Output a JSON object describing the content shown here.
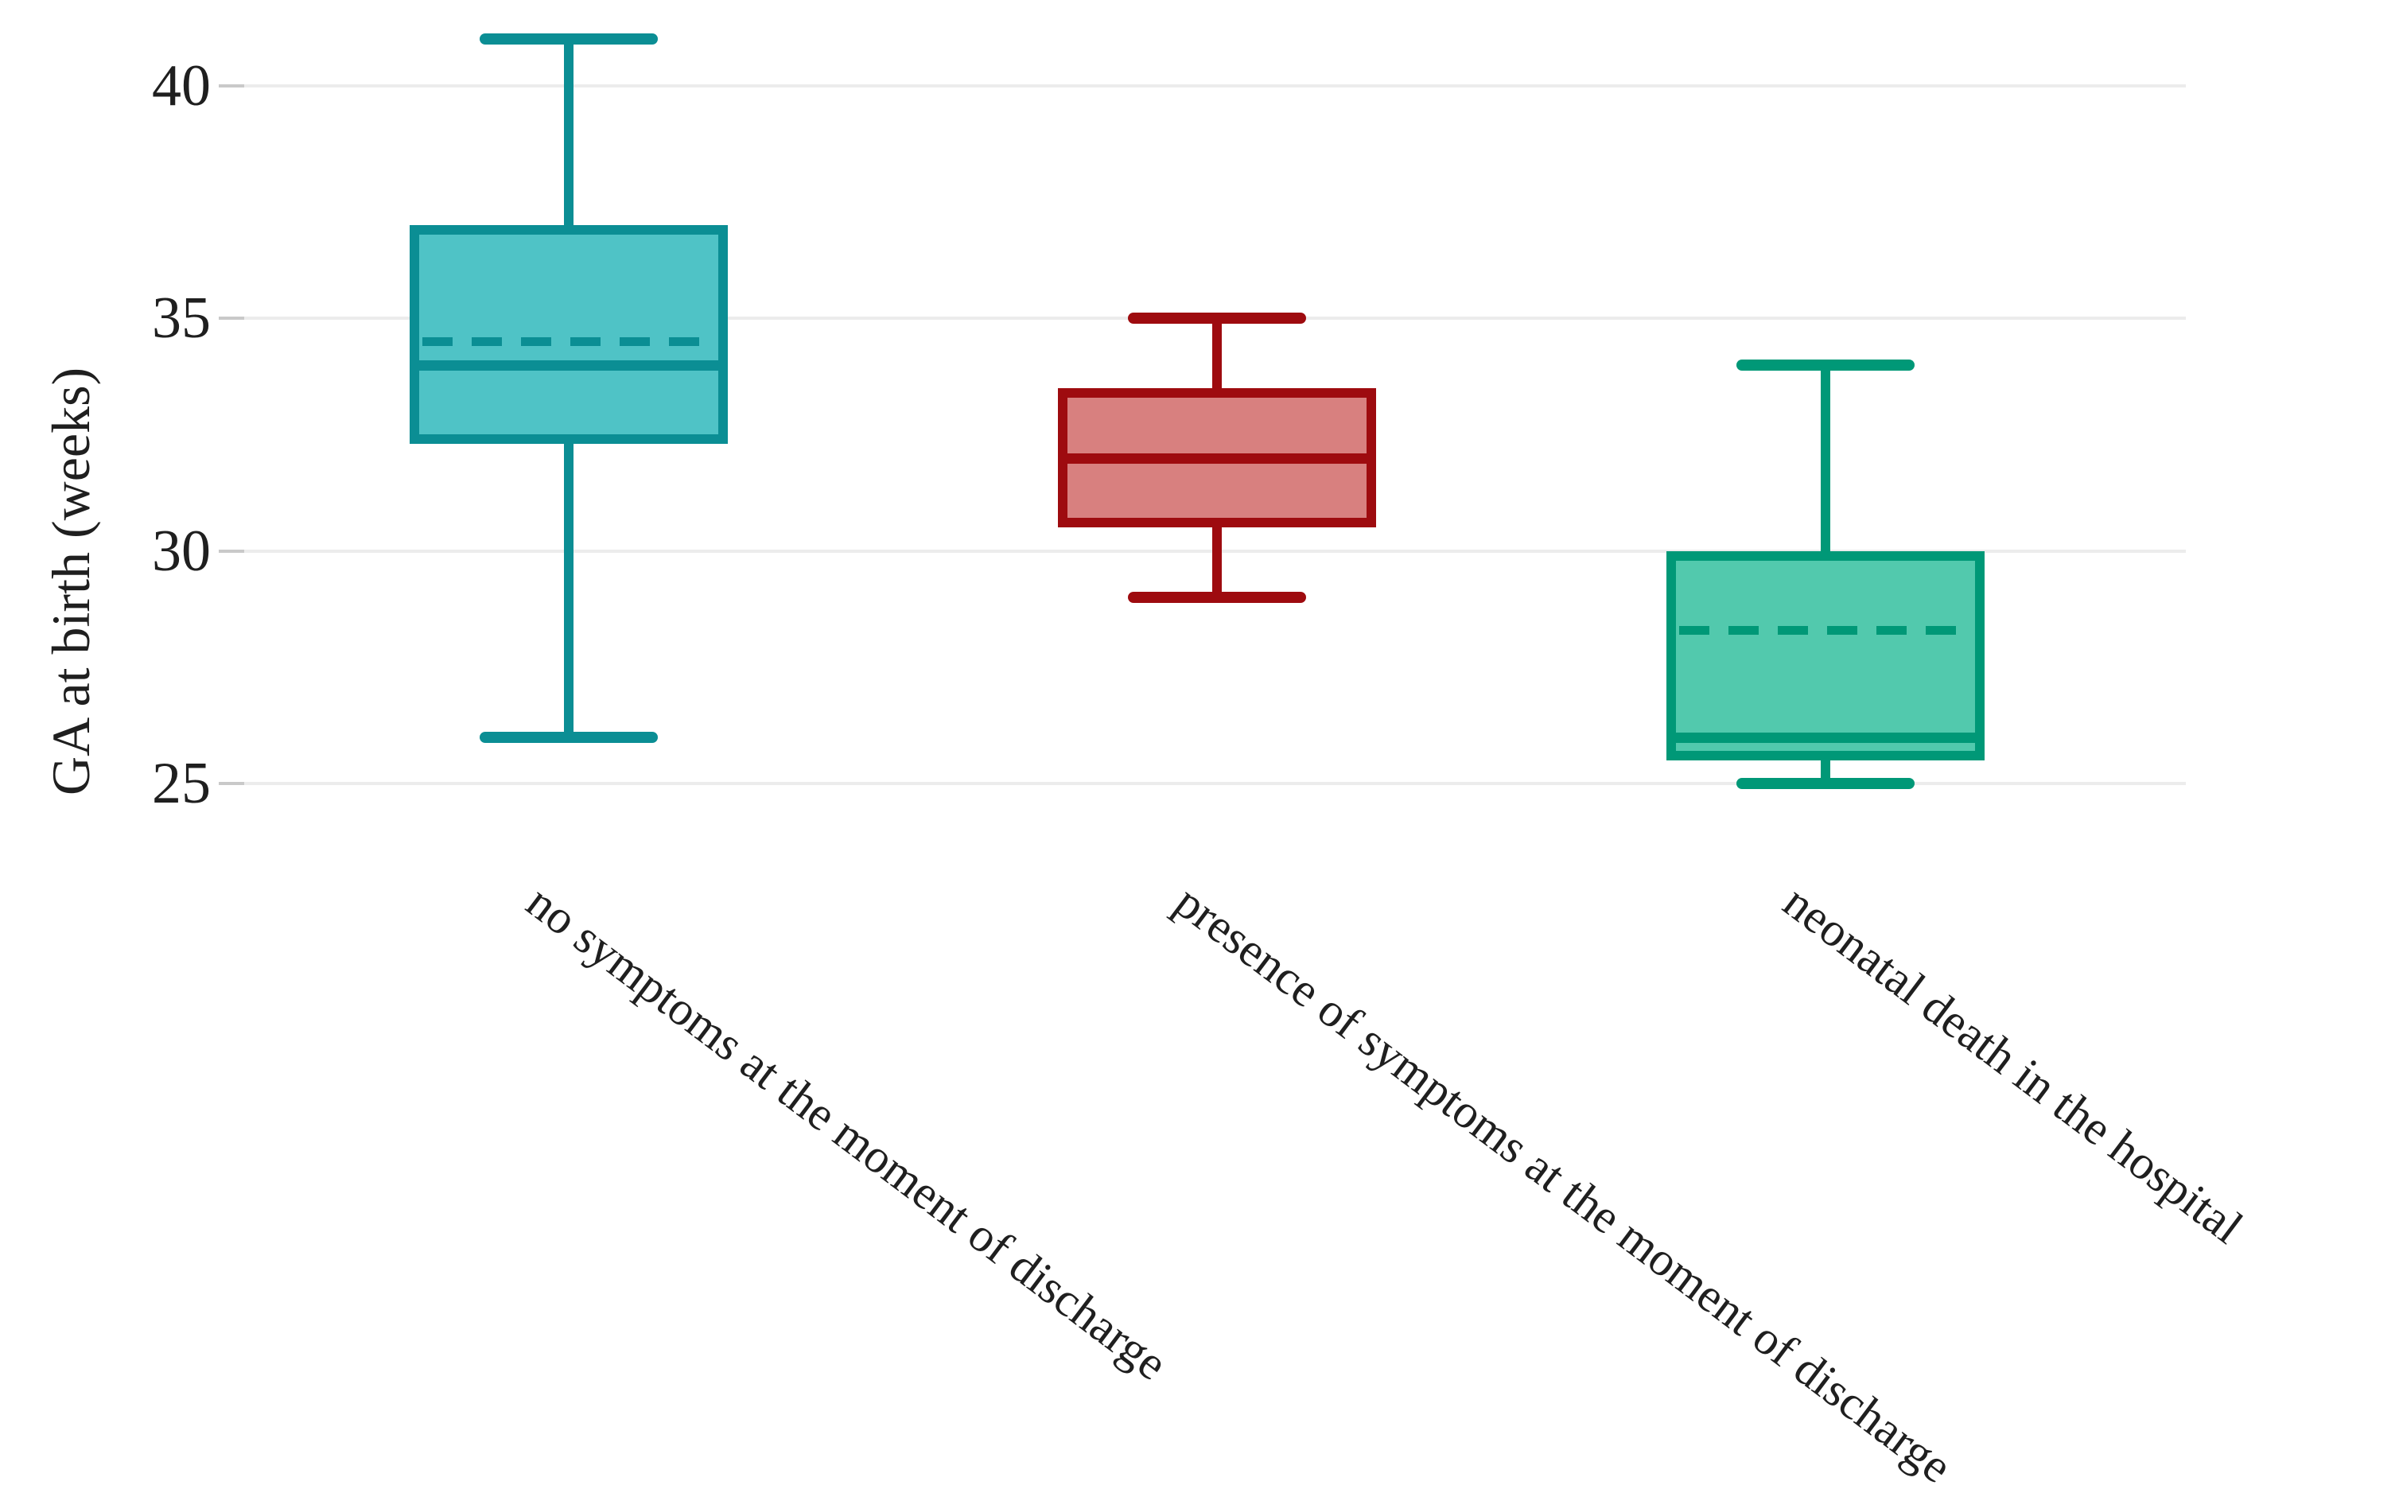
{
  "chart_data": {
    "type": "box",
    "title": "",
    "ylabel": "GA at birth (weeks)",
    "xlabel": "",
    "yticks": [
      40,
      35,
      30,
      25
    ],
    "ylim": [
      24.2,
      41.8
    ],
    "grid": true,
    "legend": false,
    "categories": [
      {
        "label": "no symptoms at the moment of discharge",
        "min": 26,
        "q1": 32.3,
        "median": 34,
        "mean": 34.5,
        "q3": 37,
        "max": 41,
        "fill": "#4fc3c6",
        "stroke": "#0b8e94",
        "mean_line": true
      },
      {
        "label": "presence of symptoms at the moment of discharge",
        "min": 29,
        "q1": 30.5,
        "median": 32,
        "q3": 33.5,
        "max": 35,
        "fill": "#d8807f",
        "stroke": "#9e0b0f",
        "mean_line": false
      },
      {
        "label": "neonatal death  in the hospital",
        "min": 25,
        "q1": 25.5,
        "median": 26,
        "mean": 28.3,
        "q3": 30,
        "max": 34,
        "fill": "#52c9ad",
        "stroke": "#009877",
        "mean_line": true
      }
    ],
    "colors": {
      "gridline": "#ececec",
      "tick_stub": "#c9c9c9",
      "text": "#1f1f1f",
      "background": "#ffffff"
    }
  }
}
